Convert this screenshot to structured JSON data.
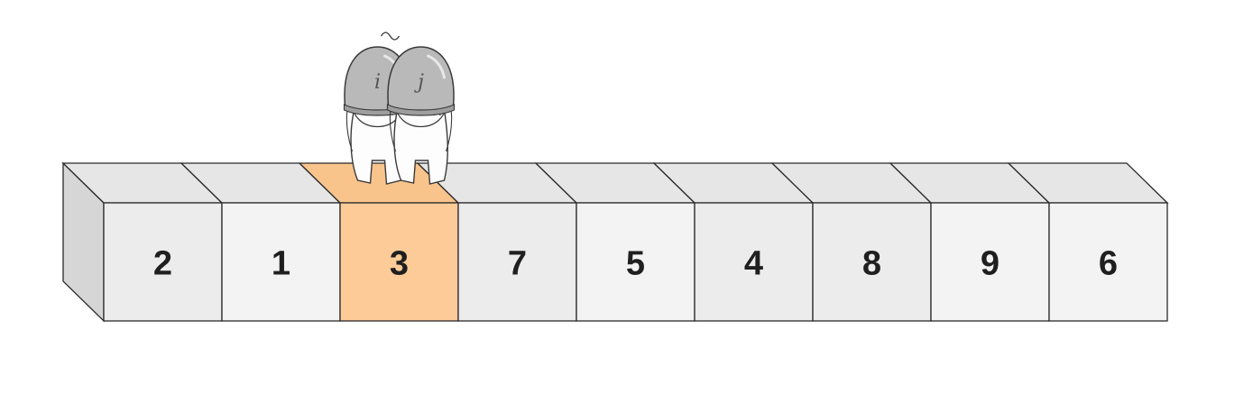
{
  "array": {
    "values": [
      "2",
      "1",
      "3",
      "7",
      "5",
      "4",
      "8",
      "9",
      "6"
    ],
    "highlight_index": 2,
    "colors": {
      "cell_face": "#f3f3f3",
      "cell_face_alt": "#ececec",
      "cell_top": "#e6e6e6",
      "cell_side": "#d6d6d6",
      "highlight_face": "#fccb98",
      "highlight_top": "#f9c48c",
      "stroke": "#2a2a2a"
    }
  },
  "pointers": {
    "i_label": "i",
    "j_label": "j",
    "index": 2,
    "icon": "helmet-character-icon",
    "colors": {
      "helmet": "#b9b9b9",
      "helmet_shadow": "#9e9e9e",
      "body": "#fdfdfd",
      "outline": "#3a3a3a"
    }
  }
}
